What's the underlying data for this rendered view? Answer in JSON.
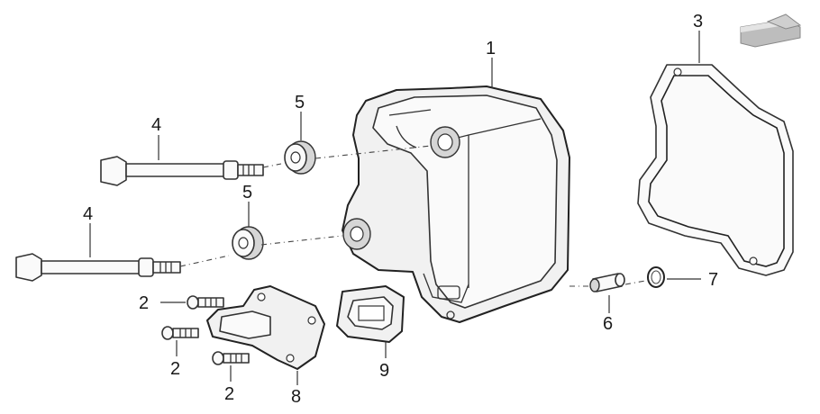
{
  "callouts": [
    {
      "id": "c1",
      "number": "1"
    },
    {
      "id": "c2a",
      "number": "2"
    },
    {
      "id": "c2b",
      "number": "2"
    },
    {
      "id": "c2c",
      "number": "2"
    },
    {
      "id": "c3",
      "number": "3"
    },
    {
      "id": "c4a",
      "number": "4"
    },
    {
      "id": "c4b",
      "number": "4"
    },
    {
      "id": "c5a",
      "number": "5"
    },
    {
      "id": "c5b",
      "number": "5"
    },
    {
      "id": "c6",
      "number": "6"
    },
    {
      "id": "c7",
      "number": "7"
    },
    {
      "id": "c8",
      "number": "8"
    },
    {
      "id": "c9",
      "number": "9"
    }
  ]
}
